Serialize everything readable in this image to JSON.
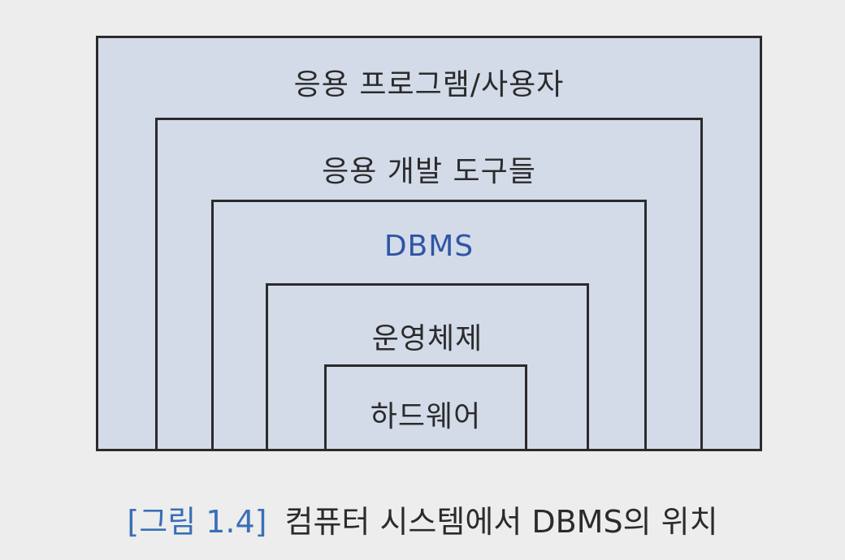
{
  "diagram": {
    "layers": [
      {
        "label": "응용 프로그램/사용자"
      },
      {
        "label": "응용 개발 도구들"
      },
      {
        "label": "DBMS"
      },
      {
        "label": "운영체제"
      },
      {
        "label": "하드웨어"
      }
    ],
    "colors": {
      "fill": "#d3dbe9",
      "border": "#2b2b2b",
      "dbms_label": "#2f55a4",
      "figure_number": "#3a6fb5"
    }
  },
  "caption": {
    "figure_number": "[그림 1.4]",
    "text": "컴퓨터 시스템에서 DBMS의 위치"
  }
}
